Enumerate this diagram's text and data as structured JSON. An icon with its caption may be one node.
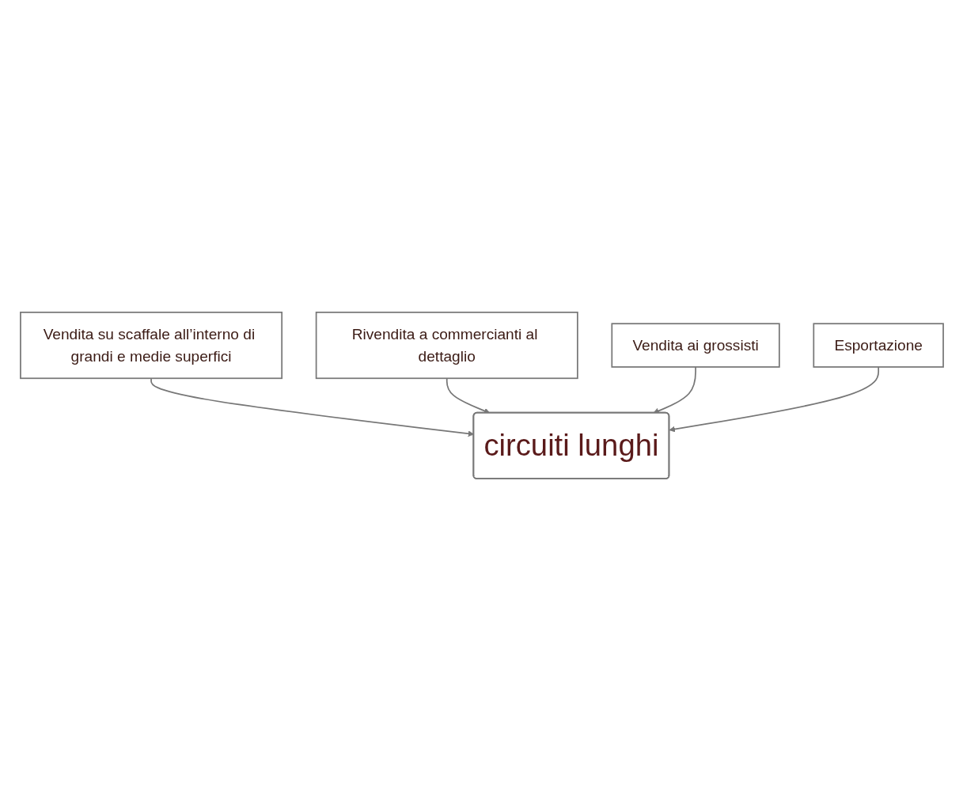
{
  "diagram": {
    "nodes": [
      {
        "text": [
          "Vendita su scaffale all’interno di grandi e medie superfici"
        ]
      },
      {
        "text": [
          "Rivendita a commercianti al dettaglio"
        ]
      },
      {
        "text": [
          "circuiti lunghi"
        ]
      },
      {
        "text": [
          "Vendita ai grossisti"
        ]
      },
      {
        "text": [
          "Esportazione"
        ]
      }
    ],
    "edges": [
      {
        "from": 0,
        "to": 2,
        "arrow": "to"
      },
      {
        "from": 1,
        "to": 2,
        "arrow": "to"
      },
      {
        "from": 3,
        "to": 2,
        "arrow": "to"
      },
      {
        "from": 4,
        "to": 2,
        "arrow": "to"
      }
    ]
  }
}
